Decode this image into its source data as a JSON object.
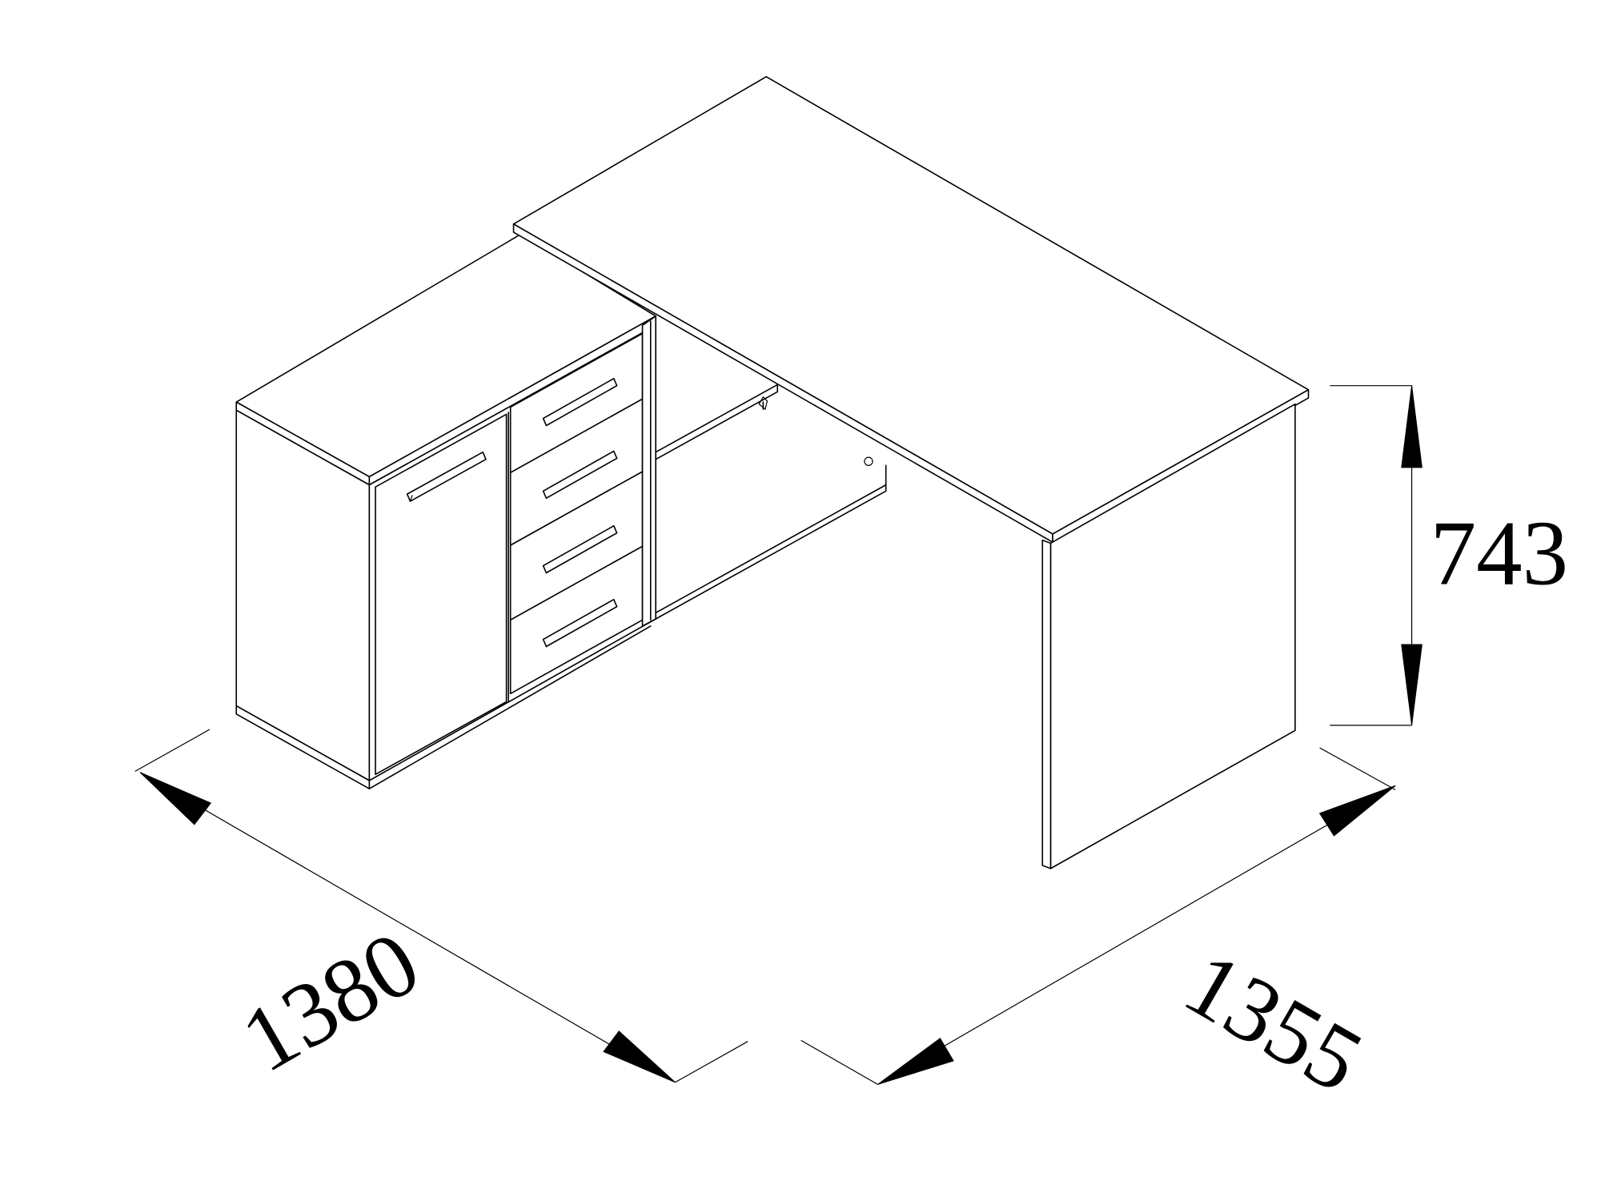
{
  "diagram": {
    "subject": "corner-desk-with-cabinet",
    "units": "mm",
    "dimensions": {
      "depth_label": "1380",
      "width_label": "1355",
      "height_label": "743"
    },
    "colors": {
      "line": "#000000",
      "background": "#ffffff"
    }
  }
}
